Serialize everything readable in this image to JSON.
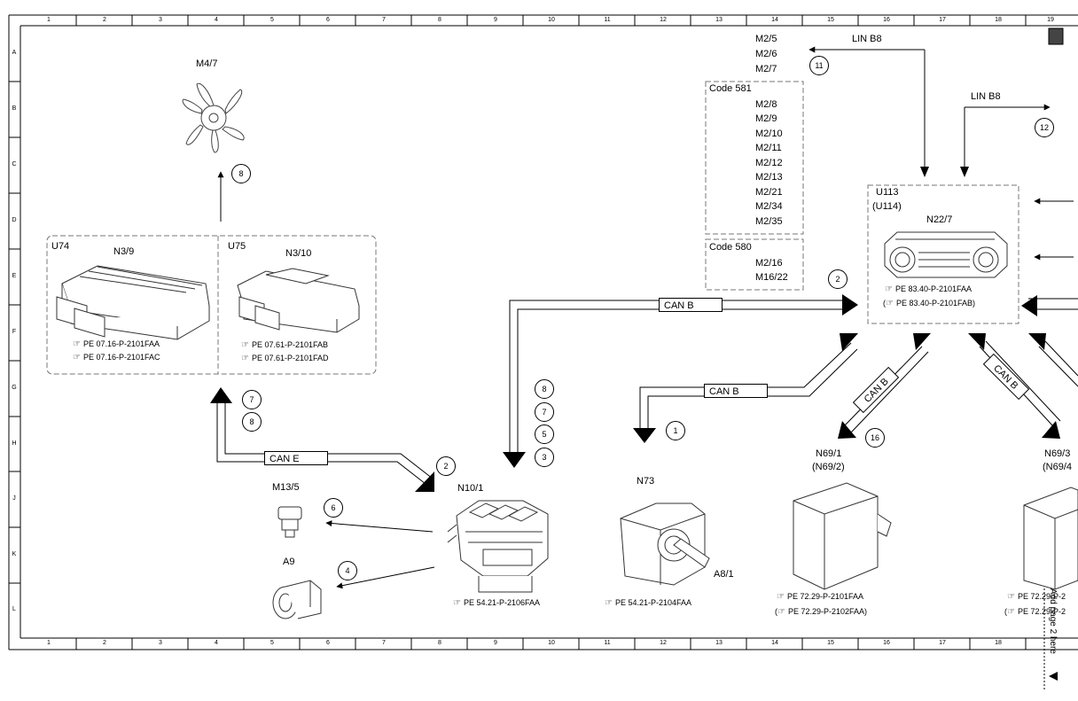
{
  "grid": {
    "columns": [
      "1",
      "2",
      "3",
      "4",
      "5",
      "6",
      "7",
      "8",
      "9",
      "10",
      "11",
      "12",
      "13",
      "14",
      "15",
      "16",
      "17",
      "18",
      "19"
    ],
    "rows": [
      "A",
      "B",
      "C",
      "D",
      "E",
      "F",
      "G",
      "H",
      "J",
      "K",
      "L"
    ]
  },
  "components": {
    "m4_7": "M4/7",
    "u74": "U74",
    "n3_9": "N3/9",
    "u75": "U75",
    "n3_10": "N3/10",
    "m13_5": "M13/5",
    "a9": "A9",
    "n10_1": "N10/1",
    "n73": "N73",
    "a8_1": "A8/1",
    "u113": "U113",
    "u114": "(U114)",
    "n22_7": "N22/7",
    "n69_1": "N69/1",
    "n69_2": "(N69/2)",
    "n69_3": "N69/3",
    "n69_4": "(N69/4"
  },
  "m2_list_top": [
    "M2/5",
    "M2/6",
    "M2/7"
  ],
  "code581": {
    "title": "Code 581",
    "items": [
      "M2/8",
      "M2/9",
      "M2/10",
      "M2/11",
      "M2/12",
      "M2/13",
      "M2/21",
      "M2/34",
      "M2/35"
    ]
  },
  "code580": {
    "title": "Code 580",
    "items": [
      "M2/16",
      "M16/22"
    ]
  },
  "buses": {
    "lin_b8_1": "LIN B8",
    "lin_b8_2": "LIN B8",
    "can_b_1": "CAN B",
    "can_b_2": "CAN B",
    "can_b_3": "CAN B",
    "can_b_4": "CAN B",
    "can_e": "CAN E"
  },
  "callouts": {
    "c8_fan": "8",
    "c11": "11",
    "c12": "12",
    "c2_u113": "2",
    "c7_u74": "7",
    "c8_u74": "8",
    "c2_n10": "2",
    "c8_list": "8",
    "c7_list": "7",
    "c5_list": "5",
    "c3_list": "3",
    "c1_n73": "1",
    "c16": "16",
    "c6": "6",
    "c4": "4"
  },
  "references": {
    "n3_9_a": "PE 07.16-P-2101FAA",
    "n3_9_b": "PE 07.16-P-2101FAC",
    "n3_10_a": "PE 07.61-P-2101FAB",
    "n3_10_b": "PE 07.61-P-2101FAD",
    "n22_7_a": "PE 83.40-P-2101FAA",
    "n22_7_b": "PE 83.40-P-2101FAB)",
    "n22_7_b_prefix": "(",
    "n10_1": "PE 54.21-P-2106FAA",
    "n73": "PE 54.21-P-2104FAA",
    "n69_1_a": "PE 72.29-P-2101FAA",
    "n69_1_b": "PE 72.29-P-2102FAA)",
    "n69_1_b_prefix": "(",
    "n69_3_a": "PE 72.29-P-2",
    "n69_3_b": "PE 72.29-P-2",
    "n69_3_b_prefix": "("
  },
  "page_note": "Add page 2 here",
  "icons": [
    "hand-pointer-icon",
    "fan-icon",
    "ecu-icon",
    "switch-module-icon",
    "control-panel-icon",
    "door-module-icon",
    "motor-icon",
    "pump-icon",
    "ignition-switch-icon",
    "pin-icon"
  ]
}
